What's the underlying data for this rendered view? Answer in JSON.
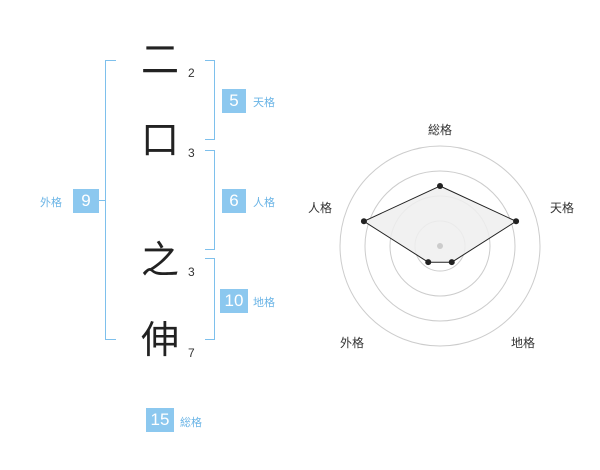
{
  "name": {
    "chars": [
      {
        "char": "二",
        "strokes": "2"
      },
      {
        "char": "口",
        "strokes": "3"
      },
      {
        "char": "之",
        "strokes": "3"
      },
      {
        "char": "伸",
        "strokes": "7"
      }
    ]
  },
  "fortunes": {
    "tenkaku": {
      "value": "5",
      "label": "天格"
    },
    "jinkaku": {
      "value": "6",
      "label": "人格"
    },
    "chikaku": {
      "value": "10",
      "label": "地格"
    },
    "gaikaku": {
      "value": "9",
      "label": "外格"
    },
    "soukaku": {
      "value": "15",
      "label": "総格"
    }
  },
  "colors": {
    "accent": "#8cc8ef",
    "bracket": "#7ec0ec",
    "label": "#6ab4e6"
  },
  "chart_data": {
    "type": "radar",
    "axes": [
      "総格",
      "天格",
      "地格",
      "外格",
      "人格"
    ],
    "values": [
      3,
      4,
      1,
      1,
      4
    ],
    "rmax": 5,
    "rings": 4,
    "fill": "#eeeeee",
    "line": "#222222"
  }
}
